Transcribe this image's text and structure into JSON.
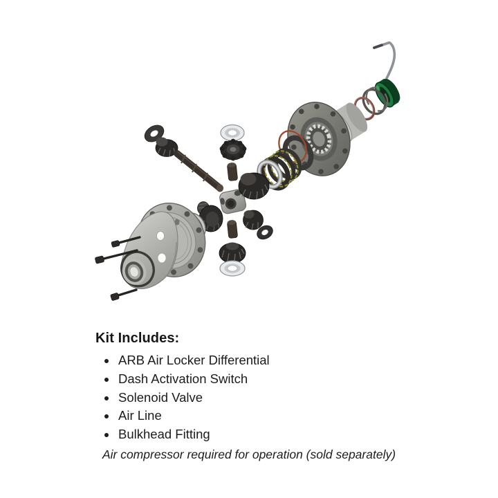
{
  "kit": {
    "heading": "Kit Includes:",
    "items": [
      "ARB Air Locker Differential",
      "Dash Activation Switch",
      "Solenoid Valve",
      "Air Line",
      "Bulkhead Fitting"
    ]
  },
  "note": "Air compressor required for operation (sold separately)",
  "colors": {
    "background": "#ffffff",
    "seal_green": "#1b7a40",
    "seal_green_dark": "#0c3e20",
    "oring_maroon": "#7d4a42",
    "oring_orange": "#9a4a2c",
    "spring_olive": "#8f8c35",
    "wire_gray": "#8f9397",
    "metal_light": "#c6c6c2",
    "metal_dark": "#34322f"
  }
}
